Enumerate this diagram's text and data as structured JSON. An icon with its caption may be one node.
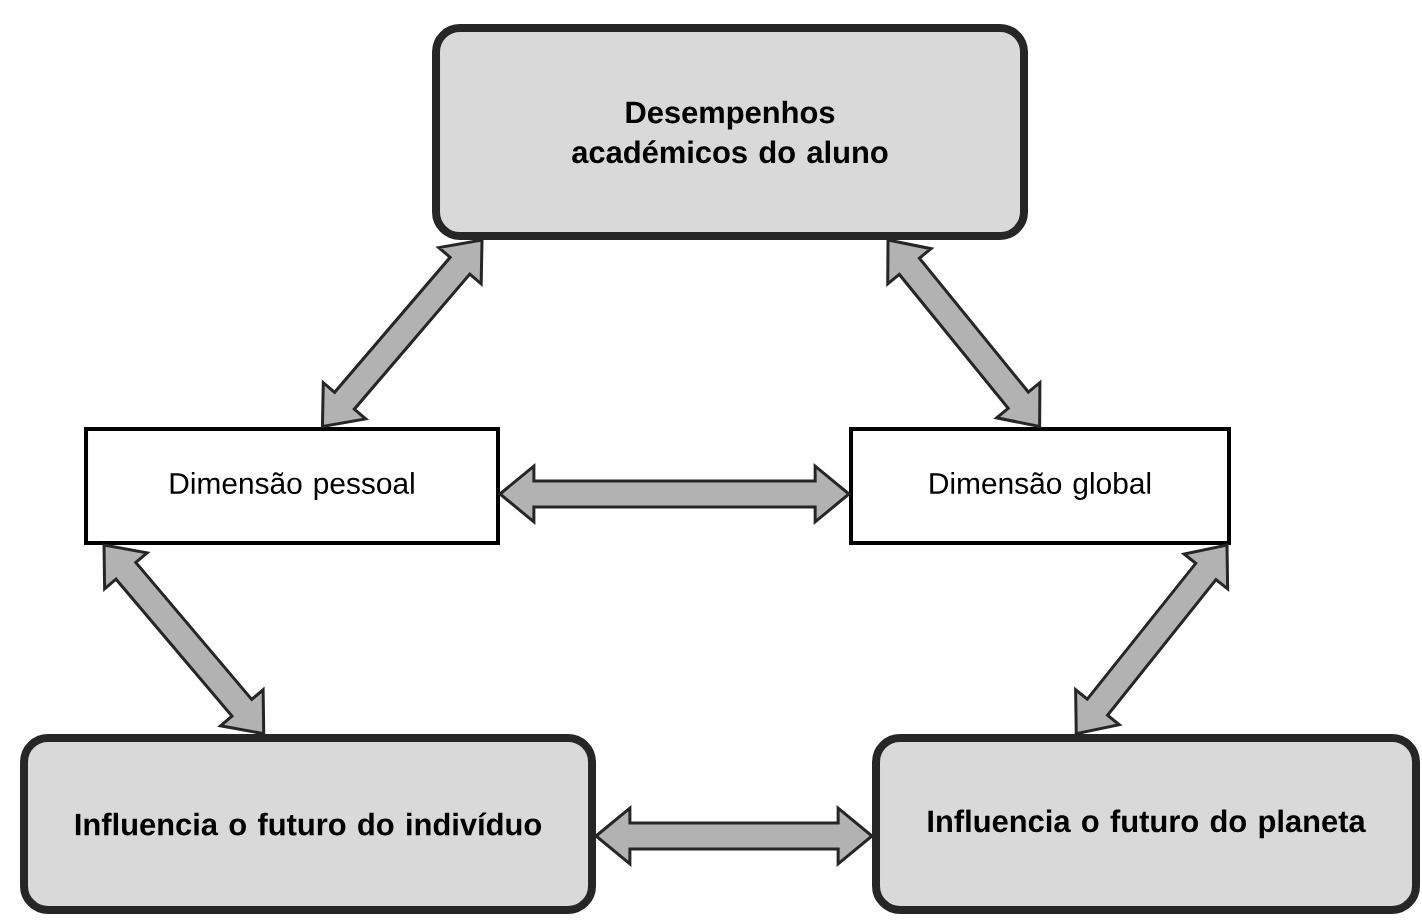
{
  "diagram": {
    "nodes": [
      {
        "text": [
          "Desempenhos académicos do aluno"
        ]
      },
      {
        "text": [
          "Dimensão pessoal"
        ]
      },
      {
        "text": [
          "Dimensão global"
        ]
      },
      {
        "text": [
          "Influencia o futuro do indivíduo"
        ]
      },
      {
        "text": [
          "Influencia o futuro do planeta"
        ]
      }
    ],
    "edges": [
      {
        "from": 0,
        "to": 1,
        "arrow": "both"
      },
      {
        "from": 0,
        "to": 2,
        "arrow": "both"
      },
      {
        "from": 1,
        "to": 2,
        "arrow": "both"
      },
      {
        "from": 1,
        "to": 3,
        "arrow": "both"
      },
      {
        "from": 2,
        "to": 4,
        "arrow": "both"
      },
      {
        "from": 3,
        "to": 4,
        "arrow": "both"
      }
    ]
  }
}
